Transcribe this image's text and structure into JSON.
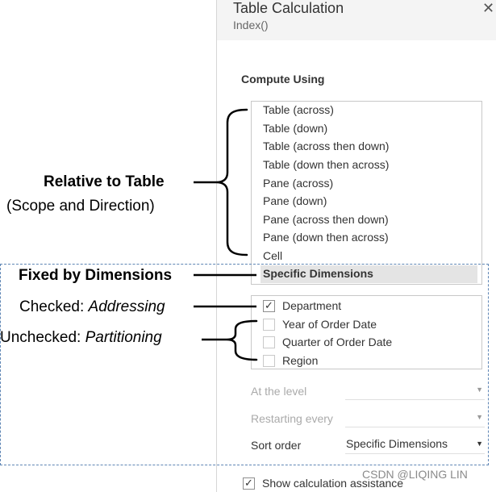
{
  "dialog": {
    "title": "Table Calculation",
    "subtitle": "Index()"
  },
  "compute_using": {
    "label": "Compute Using",
    "options": [
      "Table (across)",
      "Table (down)",
      "Table (across then down)",
      "Table (down then across)",
      "Pane (across)",
      "Pane (down)",
      "Pane (across then down)",
      "Pane (down then across)",
      "Cell",
      "Specific Dimensions"
    ],
    "selected": "Specific Dimensions"
  },
  "dimensions": [
    {
      "label": "Department",
      "checked": true
    },
    {
      "label": "Year of Order Date",
      "checked": false
    },
    {
      "label": "Quarter of Order Date",
      "checked": false
    },
    {
      "label": "Region",
      "checked": false
    }
  ],
  "fields": {
    "at_the_level_label": "At the level",
    "restarting_every_label": "Restarting every",
    "sort_order_label": "Sort order",
    "sort_order_value": "Specific Dimensions"
  },
  "assistance": {
    "label": "Show calculation assistance",
    "checked": true
  },
  "annotations": {
    "relative_title": "Relative to Table",
    "relative_subtitle": "(Scope and Direction)",
    "fixed": "Fixed by Dimensions",
    "checked_prefix": "Checked: ",
    "checked_term": "Addressing",
    "unchecked_prefix": "Unchecked: ",
    "unchecked_term": "Partitioning"
  },
  "watermark": "CSDN @LIQING LIN",
  "colors": {
    "dashed_outline": "#5f86b5",
    "selected_row": "#e4e4e4",
    "header_bg": "#f4f4f4"
  }
}
